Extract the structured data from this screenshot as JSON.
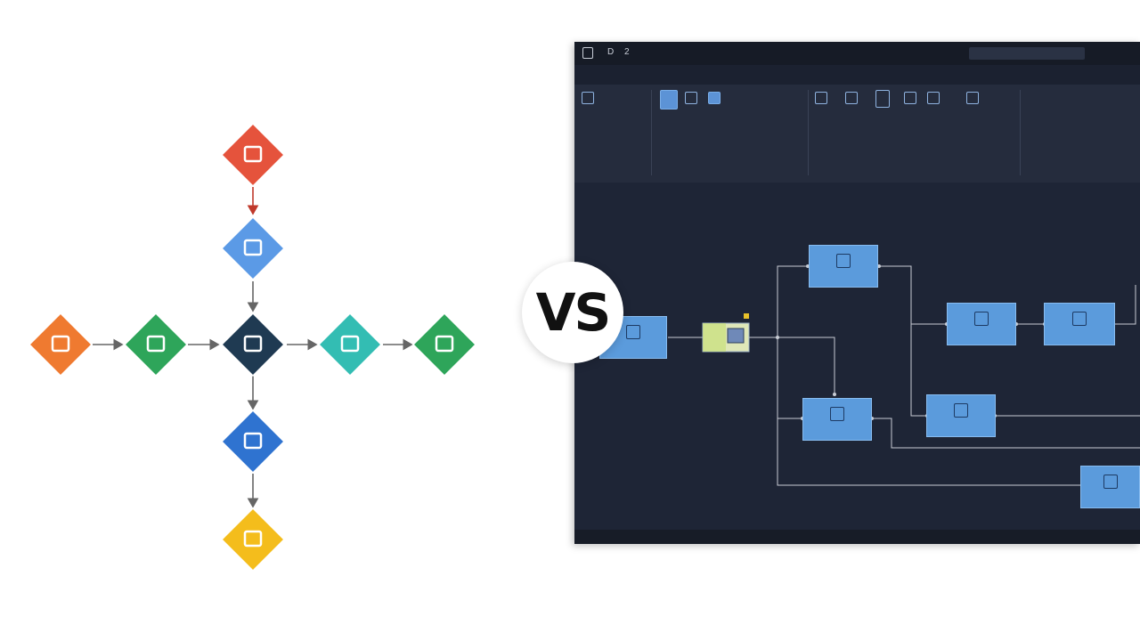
{
  "comparison": {
    "badge": "VS"
  },
  "left_diagram": {
    "nodes": [
      {
        "id": "top",
        "color": "#e5533c",
        "icon": "scatter-icon"
      },
      {
        "id": "upper",
        "color": "#5b9ae6",
        "icon": "building-icon"
      },
      {
        "id": "center",
        "color": "#1f3a52",
        "icon": "document-icon"
      },
      {
        "id": "lower",
        "color": "#2f73d0",
        "icon": "document-icon"
      },
      {
        "id": "bottom",
        "color": "#f4bd1c",
        "icon": "clipboard-icon"
      },
      {
        "id": "far-left",
        "color": "#ef7a30",
        "icon": "user-icon"
      },
      {
        "id": "mid-left",
        "color": "#2ea55a",
        "icon": "stack-icon"
      },
      {
        "id": "mid-right",
        "color": "#33bdb3",
        "icon": "tools-icon"
      },
      {
        "id": "far-right",
        "color": "#2ea55a",
        "icon": "stack-icon"
      }
    ]
  },
  "editor": {
    "title_glyphs": [
      "D",
      "2"
    ],
    "ribbon_groups": [
      "",
      "",
      ""
    ],
    "nodes": [
      {
        "id": "n-start",
        "icon": "table-icon"
      },
      {
        "id": "n-top",
        "icon": "window-icon"
      },
      {
        "id": "n-middle",
        "icon": "grid-icon"
      },
      {
        "id": "n-right-a",
        "icon": "window-icon"
      },
      {
        "id": "n-right-b",
        "icon": "window-icon"
      },
      {
        "id": "n-lower-a",
        "icon": "bars-icon"
      },
      {
        "id": "n-lower-b",
        "icon": "bars-icon"
      },
      {
        "id": "n-far",
        "icon": "clipboard-icon"
      }
    ],
    "colors": {
      "background": "#1e2536",
      "ribbon": "#252c3d",
      "node": "#5b9bdc",
      "connector": "#c8ccd4"
    }
  }
}
